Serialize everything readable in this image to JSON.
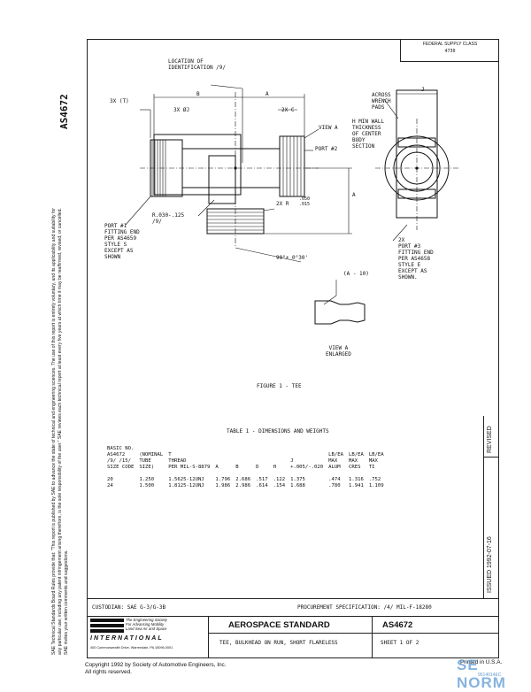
{
  "doc_number": "AS4672",
  "side_notice": "SAE Technical Standards Board Rules provide that: \"This report is published by SAE to advance the state of technical and engineering sciences. The use of this report is entirely voluntary, and its applicability and suitability for any particular use, including any patent infringement arising therefrom, is the sole responsibility of the user.\" SAE reviews each technical report at least every five years at which time it may be reaffirmed, revised, or cancelled. SAE invites your written comments and suggestions.",
  "fsc": {
    "label": "FEDERAL SUPPLY CLASS",
    "value": "4730"
  },
  "drawing": {
    "location_id": "LOCATION OF\nIDENTIFICATION /9/",
    "dim_b": "B",
    "dim_a_top": "A",
    "three_x_t": "3X (T)",
    "three_x_j": "3X ØJ",
    "two_x_c": "2X C",
    "view_a_label": "VIEW A",
    "port2": "PORT #2",
    "radius_note": "R.030-.125\n/9/",
    "two_x_r": "2X R",
    "r_values": ".050\n.015",
    "dim_a_side": "A",
    "port1": "PORT #1\nFITTING END\nPER AS4659\nSTYLE S\nEXCEPT AS\nSHOWN",
    "angle": "90°± 0°30'",
    "across_wrench": "ACROSS\nWRENCH\nPADS",
    "dim_j": "J",
    "h_min_wall": "H MIN WALL\nTHICKNESS\nOF CENTER\nBODY\nSECTION",
    "port3": "2X\nPORT #3\nFITTING END\nPER AS4658\nSTYLE E\nEXCEPT AS\nSHOWN.",
    "enlarged_callout": "(A - 10)",
    "view_a_enlarged": "VIEW A\nENLARGED",
    "figure_caption": "FIGURE 1 - TEE"
  },
  "table": {
    "title": "TABLE 1 - DIMENSIONS AND WEIGHTS",
    "header_rows": [
      [
        "BASIC NO.",
        "",
        "",
        "",
        "",
        "",
        "",
        "",
        "",
        "",
        ""
      ],
      [
        "AS4672",
        "(NOMINAL",
        "T",
        "",
        "",
        "",
        "",
        "",
        "LB/EA",
        "LB/EA",
        "LB/EA"
      ],
      [
        "/9/ /15/",
        "TUBE",
        "THREAD",
        "",
        "",
        "",
        "",
        "J",
        "MAX",
        "MAX",
        "MAX"
      ],
      [
        "SIZE CODE",
        "SIZE)",
        "PER MIL-S-8879",
        "A",
        "B",
        "D",
        "H",
        "+.005/-.020",
        "ALUM",
        "CRES",
        "TI"
      ]
    ],
    "rows": [
      [
        "20",
        "1.250",
        "1.5625-12UNJ",
        "1.796",
        "2.686",
        ".517",
        ".122",
        "1.375",
        ".474",
        "1.316",
        ".752"
      ],
      [
        "24",
        "1.500",
        "1.8125-12UNJ",
        "1.986",
        "2.986",
        ".614",
        ".154",
        "1.688",
        ".780",
        "1.941",
        "1.109"
      ]
    ]
  },
  "revision": {
    "issued": "ISSUED 1992-07-16",
    "revised": "REVISED"
  },
  "footer": {
    "custodian": "CUSTODIAN:  SAE G-3/G-3B",
    "procurement": "PROCUREMENT SPECIFICATION:  /4/  MIL-F-18280",
    "sae_tagline": "The Engineering Society\nFor Advancing Mobility\nLand Sea Air and Space",
    "international": "INTERNATIONAL",
    "sae_address": "400 Commonwealth Drive, Warrendale, PA 15096-0001",
    "aerospace_standard": "AEROSPACE STANDARD",
    "doc_number": "AS4672",
    "title": "TEE, BULKHEAD ON RUN, SHORT FLARELESS",
    "sheet": "SHEET 1 OF 2"
  },
  "copyright": {
    "line1": "Copyright 1992   by Society of Automotive Engineers, Inc.",
    "line2": "All rights reserved."
  },
  "printed": "Printed in U.S.A.",
  "watermark": {
    "main": "SE NORM",
    "sub": "9514014EC"
  }
}
